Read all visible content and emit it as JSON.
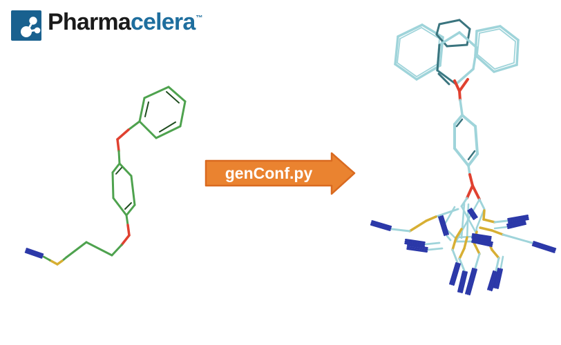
{
  "logo": {
    "brand_black": "Pharma",
    "brand_accent": "celera",
    "trademark": "™"
  },
  "arrow": {
    "label": "genConf.py"
  },
  "palette": {
    "background": "#FFFFFF",
    "logo_blue": "#19618F",
    "logo_text_dark": "#1B1B1B",
    "logo_text_accent": "#1E6E9E",
    "arrow_fill": "#EA8330",
    "arrow_stroke": "#D96A20",
    "arrow_text": "#FFFFFF",
    "green": "#4EA24E",
    "green_dark": "#1F4D1F",
    "cyan": "#9FD4DA",
    "cyan_dark": "#3A747E",
    "red": "#E04130",
    "yellow": "#D7AF33",
    "blue": "#2B38A8"
  },
  "molecules": {
    "query": {
      "segments": [
        [
          209,
          142,
          244,
          126,
          "g",
          3
        ],
        [
          244,
          126,
          268,
          147,
          "g",
          3
        ],
        [
          268,
          147,
          261,
          183,
          "g",
          3
        ],
        [
          261,
          183,
          226,
          200,
          "g",
          3
        ],
        [
          226,
          200,
          202,
          176,
          "g",
          3
        ],
        [
          202,
          176,
          209,
          142,
          "g",
          3
        ],
        [
          241,
          133,
          259,
          149,
          "gd",
          2
        ],
        [
          254,
          177,
          231,
          191,
          "gd",
          2
        ],
        [
          210,
          169,
          215,
          148,
          "gd",
          2
        ],
        [
          202,
          176,
          186,
          188,
          "g",
          3
        ],
        [
          186,
          188,
          170,
          202,
          "r",
          3.5
        ],
        [
          170,
          202,
          172,
          219,
          "r",
          3.5
        ],
        [
          172,
          219,
          173,
          237,
          "g",
          3
        ],
        [
          173,
          237,
          190,
          255,
          "g",
          3
        ],
        [
          190,
          255,
          195,
          297,
          "g",
          3
        ],
        [
          195,
          297,
          183,
          312,
          "g",
          3
        ],
        [
          183,
          312,
          164,
          287,
          "g",
          3
        ],
        [
          164,
          287,
          163,
          250,
          "g",
          3
        ],
        [
          163,
          250,
          173,
          237,
          "g",
          3
        ],
        [
          168,
          252,
          176,
          243,
          "gd",
          2
        ],
        [
          190,
          294,
          181,
          303,
          "gd",
          2
        ],
        [
          183,
          312,
          185,
          326,
          "g",
          3
        ],
        [
          185,
          326,
          187,
          341,
          "r",
          3.5
        ],
        [
          187,
          341,
          176,
          355,
          "r",
          3.5
        ],
        [
          176,
          355,
          162,
          370,
          "g",
          3
        ],
        [
          162,
          370,
          125,
          351,
          "g",
          3
        ],
        [
          125,
          351,
          96,
          373,
          "g",
          3
        ],
        [
          96,
          373,
          90,
          378,
          "g",
          3
        ],
        [
          90,
          378,
          83,
          383,
          "y",
          3.5
        ],
        [
          83,
          383,
          72,
          377,
          "y",
          3.5
        ],
        [
          72,
          377,
          63,
          372,
          "g",
          3
        ]
      ],
      "nitriles": [
        [
          61,
          371,
          38,
          363
        ]
      ]
    },
    "conformers": {
      "segments": [
        [
          576,
          53,
          611,
          36,
          "c",
          3.5
        ],
        [
          611,
          36,
          641,
          54,
          "c",
          3.5
        ],
        [
          641,
          54,
          637,
          95,
          "c",
          3.5
        ],
        [
          637,
          95,
          603,
          115,
          "c",
          3.5
        ],
        [
          603,
          115,
          572,
          93,
          "c",
          3.5
        ],
        [
          572,
          93,
          576,
          53,
          "c",
          3.5
        ],
        [
          579,
          56,
          610,
          40,
          "c",
          1.8
        ],
        [
          610,
          40,
          636,
          56,
          "c",
          1.8
        ],
        [
          636,
          56,
          633,
          93,
          "c",
          1.8
        ],
        [
          633,
          93,
          603,
          111,
          "c",
          1.8
        ],
        [
          603,
          111,
          575,
          91,
          "c",
          1.8
        ],
        [
          575,
          91,
          579,
          56,
          "c",
          1.8
        ],
        [
          690,
          45,
          724,
          38,
          "c",
          3.5
        ],
        [
          724,
          38,
          750,
          58,
          "c",
          3.5
        ],
        [
          750,
          58,
          748,
          94,
          "c",
          3.5
        ],
        [
          748,
          94,
          715,
          104,
          "c",
          3.5
        ],
        [
          715,
          104,
          688,
          80,
          "c",
          3.5
        ],
        [
          688,
          80,
          690,
          45,
          "c",
          3.5
        ],
        [
          694,
          48,
          723,
          42,
          "c",
          1.8
        ],
        [
          723,
          42,
          746,
          60,
          "c",
          1.8
        ],
        [
          746,
          60,
          744,
          91,
          "c",
          1.8
        ],
        [
          744,
          91,
          716,
          100,
          "c",
          1.8
        ],
        [
          716,
          100,
          691,
          79,
          "c",
          1.8
        ],
        [
          691,
          79,
          694,
          48,
          "c",
          1.8
        ],
        [
          636,
          35,
          665,
          29,
          "cd",
          3
        ],
        [
          665,
          29,
          680,
          42,
          "cd",
          3
        ],
        [
          680,
          42,
          676,
          65,
          "cd",
          3
        ],
        [
          676,
          65,
          647,
          67,
          "cd",
          3
        ],
        [
          647,
          67,
          632,
          50,
          "cd",
          3
        ],
        [
          632,
          50,
          636,
          35,
          "cd",
          3
        ],
        [
          665,
          47,
          690,
          69,
          "c",
          3.5
        ],
        [
          690,
          69,
          685,
          100,
          "c",
          3.5
        ],
        [
          685,
          100,
          660,
          122,
          "c",
          3.5
        ],
        [
          660,
          122,
          633,
          102,
          "c",
          3.5
        ],
        [
          633,
          102,
          636,
          65,
          "c",
          3.5
        ],
        [
          636,
          65,
          665,
          47,
          "c",
          3.5
        ],
        [
          636,
          65,
          633,
          102,
          "cd",
          3
        ],
        [
          633,
          102,
          660,
          122,
          "cd",
          2.5
        ],
        [
          635,
          107,
          650,
          122,
          "cd",
          3
        ],
        [
          658,
          117,
          665,
          132,
          "r",
          4
        ],
        [
          677,
          115,
          665,
          132,
          "r",
          4
        ],
        [
          665,
          132,
          666,
          145,
          "r",
          4
        ],
        [
          666,
          145,
          669,
          166,
          "c",
          3.5
        ],
        [
          669,
          167,
          688,
          183,
          "c",
          4
        ],
        [
          688,
          183,
          691,
          223,
          "c",
          4
        ],
        [
          691,
          223,
          678,
          240,
          "c",
          4
        ],
        [
          678,
          240,
          658,
          215,
          "c",
          4
        ],
        [
          658,
          215,
          658,
          180,
          "c",
          4
        ],
        [
          658,
          180,
          669,
          167,
          "c",
          4
        ],
        [
          661,
          183,
          669,
          173,
          "cd",
          2.5
        ],
        [
          687,
          219,
          678,
          231,
          "cd",
          2.5
        ],
        [
          678,
          240,
          680,
          253,
          "c",
          3.5
        ],
        [
          680,
          253,
          684,
          269,
          "r",
          4
        ],
        [
          684,
          269,
          676,
          287,
          "r",
          4
        ],
        [
          684,
          269,
          694,
          289,
          "r",
          4
        ],
        [
          676,
          287,
          668,
          299,
          "c",
          3
        ],
        [
          694,
          289,
          701,
          303,
          "c",
          3
        ],
        [
          672,
          295,
          668,
          345,
          "c",
          2.6
        ],
        [
          678,
          296,
          676,
          347,
          "c",
          2.6
        ],
        [
          668,
          299,
          697,
          352,
          "c",
          2.6
        ],
        [
          694,
          289,
          660,
          350,
          "c",
          2.6
        ],
        [
          701,
          303,
          690,
          330,
          "c",
          2.6
        ],
        [
          690,
          330,
          688,
          350,
          "c",
          2.6
        ],
        [
          658,
          300,
          642,
          328,
          "c",
          2.6
        ],
        [
          642,
          328,
          658,
          344,
          "c",
          2.6
        ],
        [
          663,
          303,
          631,
          314,
          "c",
          3
        ],
        [
          631,
          314,
          617,
          320,
          "y",
          3.5
        ],
        [
          617,
          320,
          593,
          335,
          "y",
          3.5
        ],
        [
          593,
          335,
          567,
          332,
          "c",
          3
        ],
        [
          640,
          360,
          620,
          362,
          "c",
          2.8
        ],
        [
          636,
          352,
          616,
          354,
          "c",
          2.8
        ],
        [
          652,
          348,
          647,
          342,
          "c",
          2.8
        ],
        [
          660,
          350,
          682,
          350,
          "c",
          2.8
        ],
        [
          662,
          344,
          682,
          343,
          "c",
          2.4
        ],
        [
          701,
          305,
          700,
          318,
          "y",
          3.5
        ],
        [
          700,
          318,
          716,
          322,
          "y",
          3.5
        ],
        [
          716,
          322,
          734,
          320,
          "c",
          3
        ],
        [
          716,
          331,
          733,
          329,
          "c",
          2.4
        ],
        [
          695,
          330,
          712,
          334,
          "y",
          3.5
        ],
        [
          712,
          334,
          728,
          340,
          "y",
          3.5
        ],
        [
          728,
          340,
          770,
          352,
          "c",
          3
        ],
        [
          668,
          332,
          660,
          345,
          "y",
          3.5
        ],
        [
          660,
          345,
          655,
          362,
          "y",
          3.5
        ],
        [
          655,
          362,
          662,
          380,
          "c",
          3
        ],
        [
          690,
          336,
          686,
          352,
          "y",
          3.5
        ],
        [
          686,
          352,
          694,
          368,
          "y",
          3.5
        ],
        [
          694,
          368,
          688,
          388,
          "c",
          3
        ],
        [
          676,
          344,
          672,
          360,
          "y",
          3.5
        ],
        [
          672,
          360,
          665,
          375,
          "y",
          3.5
        ],
        [
          665,
          375,
          672,
          392,
          "c",
          3
        ],
        [
          706,
          348,
          712,
          362,
          "y",
          3.5
        ],
        [
          712,
          362,
          722,
          374,
          "y",
          3.5
        ],
        [
          722,
          374,
          718,
          392,
          "c",
          3
        ],
        [
          728,
          372,
          725,
          388,
          "c",
          2.6
        ]
      ],
      "nitriles": [
        [
          565,
          331,
          538,
          323
        ],
        [
          618,
          362,
          590,
          358
        ],
        [
          614,
          354,
          587,
          350
        ],
        [
          646,
          340,
          638,
          314
        ],
        [
          684,
          348,
          712,
          354
        ],
        [
          684,
          342,
          710,
          346
        ],
        [
          736,
          320,
          764,
          315
        ],
        [
          735,
          328,
          760,
          322
        ],
        [
          772,
          353,
          803,
          363
        ],
        [
          663,
          382,
          654,
          412
        ],
        [
          687,
          390,
          677,
          426
        ],
        [
          673,
          394,
          666,
          423
        ],
        [
          717,
          394,
          709,
          420
        ],
        [
          724,
          390,
          718,
          417
        ],
        [
          680,
          304,
          688,
          316
        ]
      ]
    }
  }
}
